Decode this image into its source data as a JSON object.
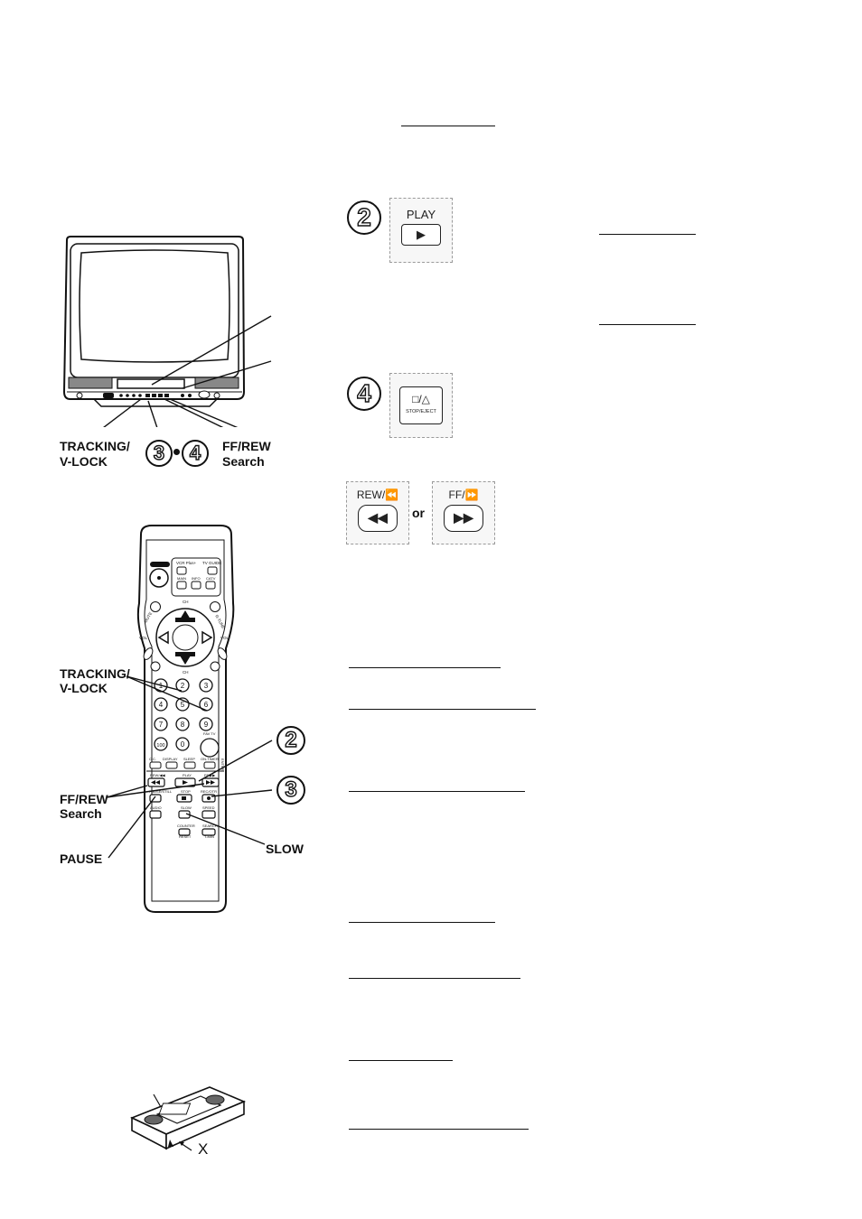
{
  "tv_callouts": {
    "tracking": "TRACKING/",
    "vlock": "V-LOCK",
    "step_a": "3",
    "step_b": "4",
    "ffrew": "FF/REW",
    "search": "Search"
  },
  "remote_callouts": {
    "tracking": "TRACKING/",
    "vlock": "V-LOCK",
    "ffrew": "FF/REW",
    "search": "Search",
    "pause": "PAUSE",
    "slow": "SLOW",
    "step_2": "2",
    "step_3": "3"
  },
  "remote_labels": {
    "power": "POWER",
    "vcr_plus": "VCR Plus+",
    "tv_guide": "TV GUIDE",
    "main": "MAIN",
    "info": "INFO",
    "catv": "CATV",
    "ch": "CH",
    "mute": "MUTE",
    "r_tune": "R-TUNE",
    "vol": "VOL",
    "cc": "C.C.",
    "display": "DISPLAY",
    "sleep": "SLEEP",
    "on_timer": "ON-TIMER",
    "rew": "REW/◀◀",
    "play": "PLAY",
    "ff": "FF/▶▶",
    "pause_still": "PAUSE/STILL",
    "stop": "STOP",
    "rec_otr": "REC/OTR",
    "audio": "AUDIO",
    "slow": "SLOW",
    "speed": "SPEED",
    "counter": "COUNTER",
    "reset": "RESET",
    "search": "SEARCH",
    "add": "ADD",
    "tmin": "T-MIN",
    "enter": "ENTER",
    "fav_tv": "FAV TV",
    "digits": [
      "1",
      "2",
      "3",
      "4",
      "5",
      "6",
      "7",
      "8",
      "9",
      "100",
      "0"
    ]
  },
  "keys": {
    "step_2": "2",
    "play_label": "PLAY",
    "play_symbol": "▶",
    "step_4": "4",
    "stop_symbol": "□/△",
    "stop_eject": "STOP/EJECT",
    "rew_label": "REW/⏪",
    "rew_symbol": "◀◀",
    "or": "or",
    "ff_label": "FF/⏩",
    "ff_symbol": "▶▶"
  },
  "cassette": {
    "mark": "X"
  }
}
